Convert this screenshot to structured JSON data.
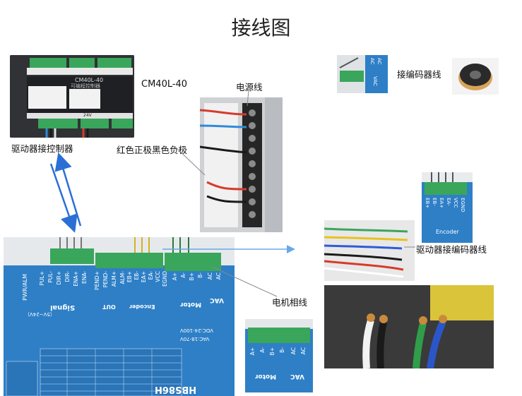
{
  "title": "接线图",
  "labels": {
    "controller_model": "CM40L-40",
    "power_line": "电源线",
    "encoder_connect": "接编码器线",
    "driver_to_controller": "驱动器接控制器",
    "polarity": "红色正极黑色负极",
    "driver_to_encoder": "驱动器接编码器线",
    "motor_phase": "电机相线"
  },
  "controller": {
    "model_text": "CM40L-40",
    "subtitle": "可编程控制器",
    "voltage_mark": "24V"
  },
  "encoder_thumb": {
    "pins": [
      "AC",
      "AC"
    ],
    "pin_title": "VAC"
  },
  "driver": {
    "model": "HBS86H",
    "signal_pins": [
      "PUL+",
      "PUL-",
      "DIR+",
      "DIR-",
      "ENA+",
      "ENA-"
    ],
    "out_pins": [
      "PEND+",
      "PEND-",
      "ALM+",
      "ALM-"
    ],
    "encoder_pins": [
      "EB+",
      "EB-",
      "EA+",
      "EA-",
      "VCC",
      "EGND"
    ],
    "motor_pins": [
      "A+",
      "A-",
      "B+",
      "B-",
      "AC",
      "AC"
    ],
    "group_signal": "Signal",
    "group_out": "OUT",
    "group_encoder": "Encoder",
    "group_motor": "Motor",
    "group_vac": "VAC",
    "pwr_alm": "PWR/ALM",
    "voltage_range": "（5V~24V）",
    "vac_line1": "VDC:24-100V",
    "vac_line2": "VAC:18-70V"
  },
  "encoder_driver": {
    "pins": [
      "EB+",
      "EB-",
      "EA+",
      "EA-",
      "VCC",
      "EGND"
    ],
    "group": "Encoder"
  },
  "motor_driver": {
    "pins": [
      "A+",
      "A-",
      "B+",
      "B-",
      "AC",
      "AC"
    ],
    "group_motor": "Motor",
    "group_vac": "VAC"
  },
  "colors": {
    "driver_blue": "#2e7fc6",
    "terminal_green": "#3aa65b",
    "arrow_blue": "#2a6fd6",
    "leader_line": "#8a8a8a"
  }
}
